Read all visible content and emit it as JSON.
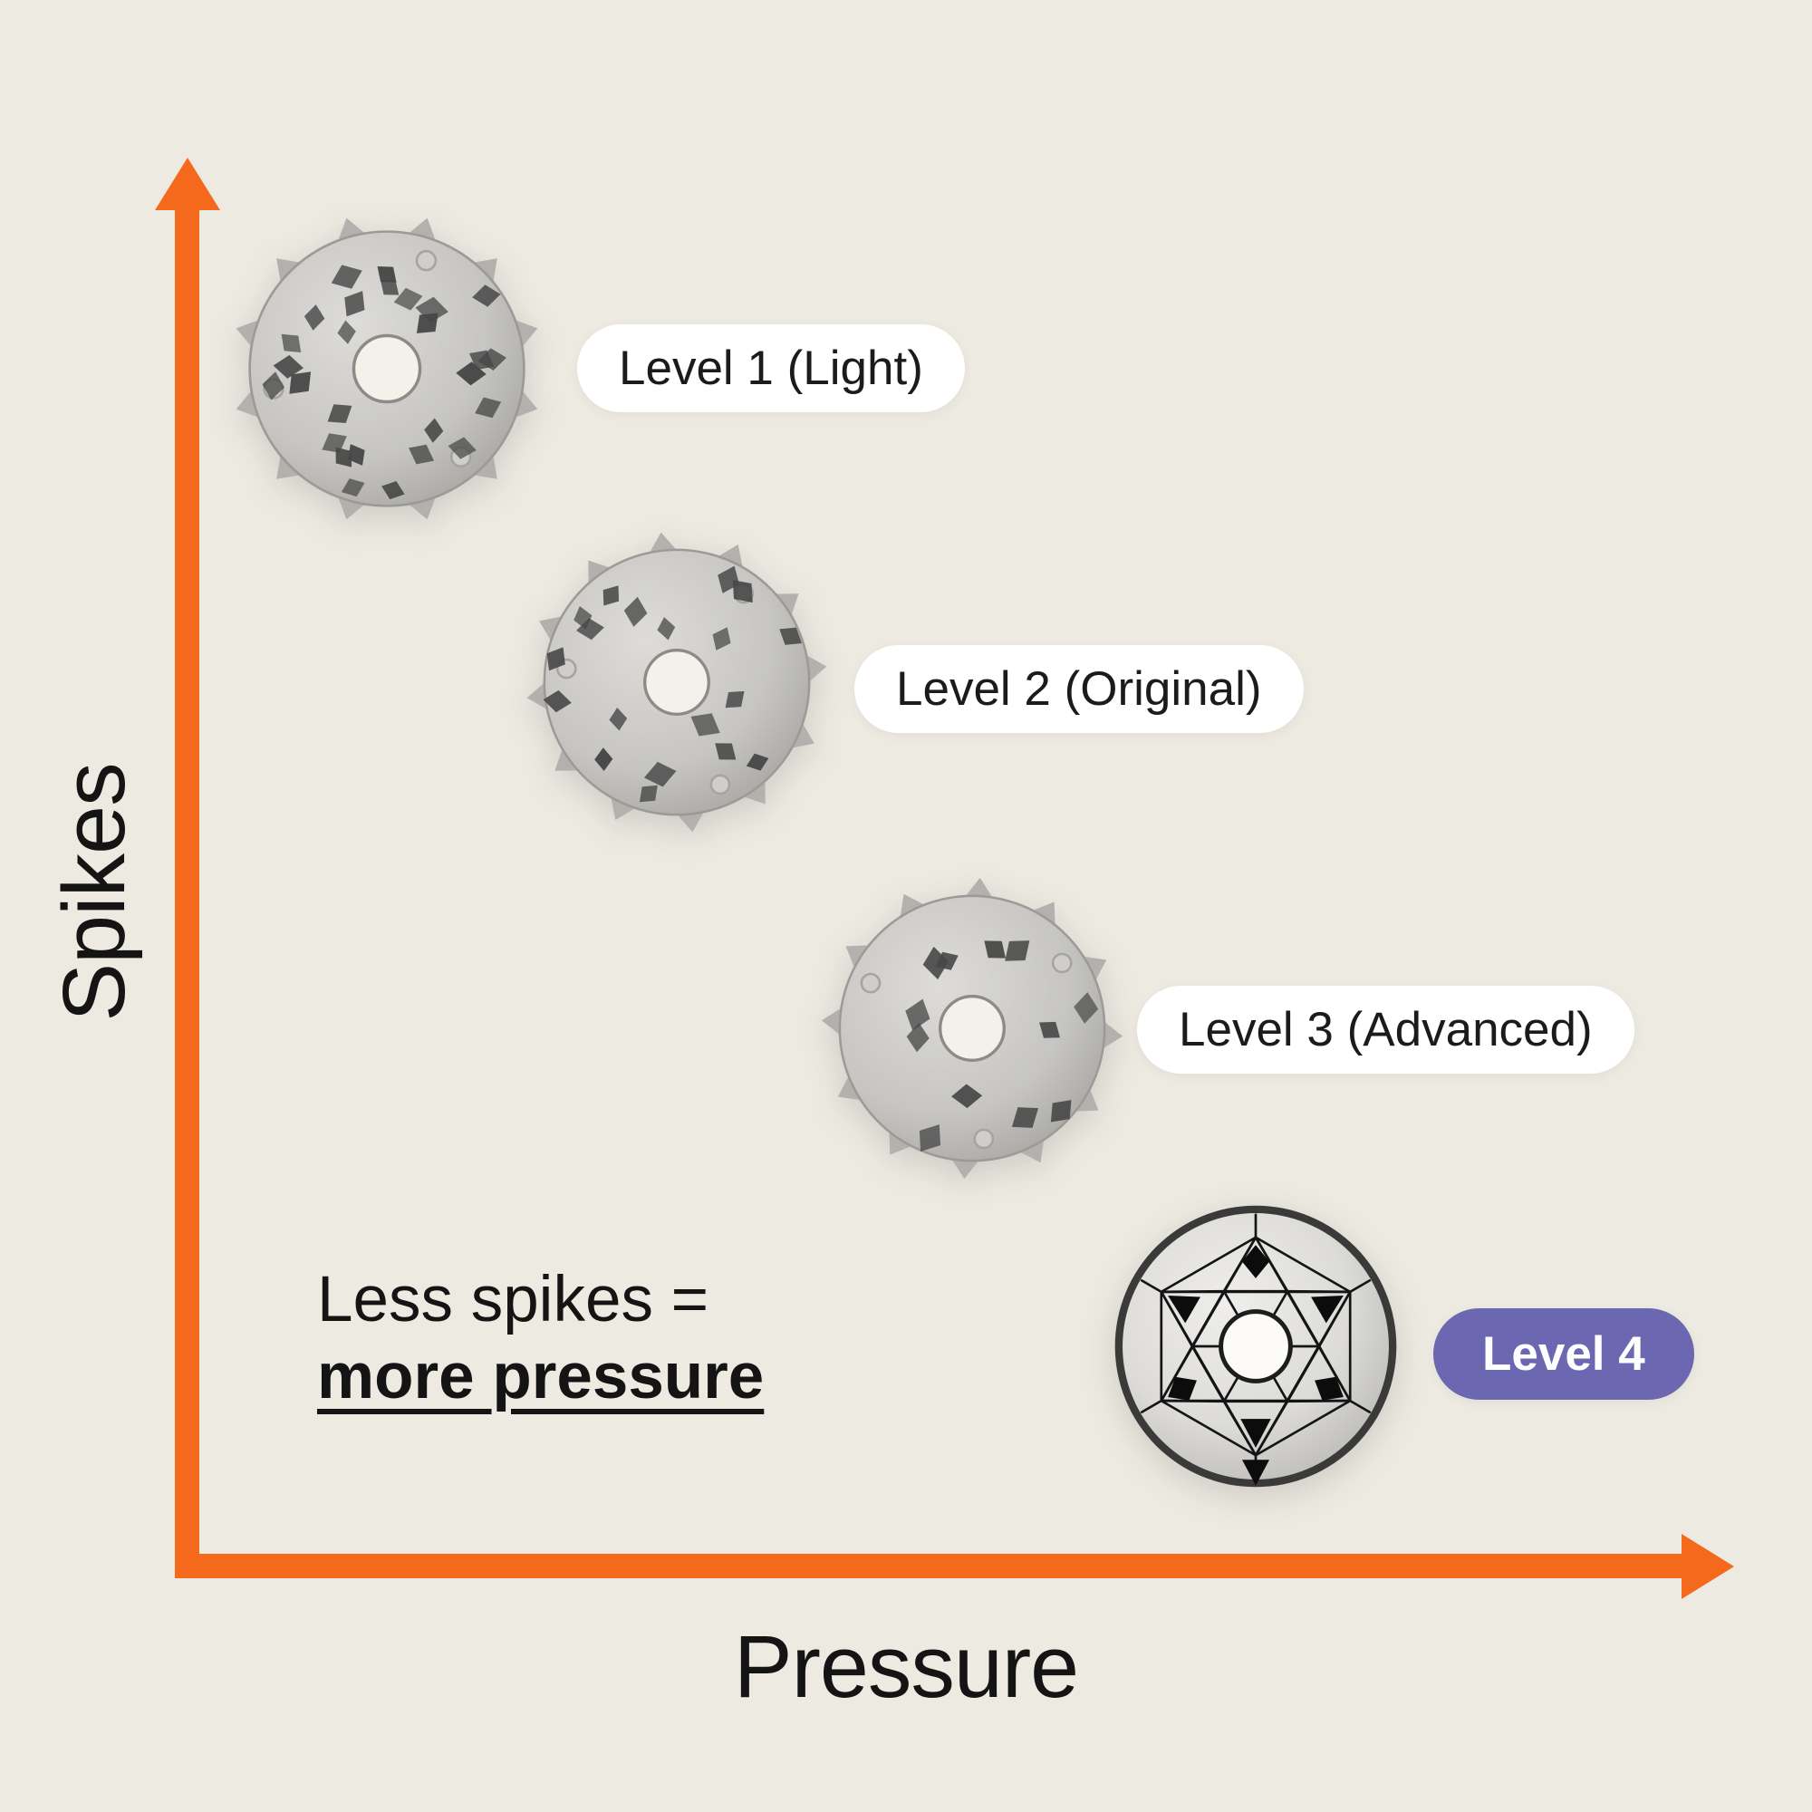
{
  "background_color": "#EDEAE2",
  "axis": {
    "color": "#F5691D"
  },
  "annotation": {
    "line1": "Less spikes =",
    "line2": "more pressure"
  },
  "chart_data": {
    "type": "scatter",
    "xlabel": "Pressure",
    "ylabel": "Spikes",
    "annotation": "Less spikes = more pressure",
    "trend": "Spike count decreases from Level 1 to Level 4 while pressure increases",
    "legend_position": "none",
    "grid": false,
    "points": [
      {
        "label": "Level 1 (Light)",
        "pressure_rank": 1,
        "spikes_rank": 4,
        "spike_count": 27,
        "disc_style": "light",
        "badge_bg": "#FFFFFF",
        "badge_text": "#1B1B1B"
      },
      {
        "label": "Level 2 (Original)",
        "pressure_rank": 2,
        "spikes_rank": 3,
        "spike_count": 19,
        "disc_style": "light",
        "badge_bg": "#FFFFFF",
        "badge_text": "#1B1B1B"
      },
      {
        "label": "Level 3 (Advanced)",
        "pressure_rank": 3,
        "spikes_rank": 2,
        "spike_count": 12,
        "disc_style": "light",
        "badge_bg": "#FFFFFF",
        "badge_text": "#1B1B1B"
      },
      {
        "label": "Level 4",
        "pressure_rank": 4,
        "spikes_rank": 1,
        "spike_count": 7,
        "disc_style": "dark",
        "badge_bg": "#6B68B1",
        "badge_text": "#FFFFFF"
      }
    ]
  }
}
